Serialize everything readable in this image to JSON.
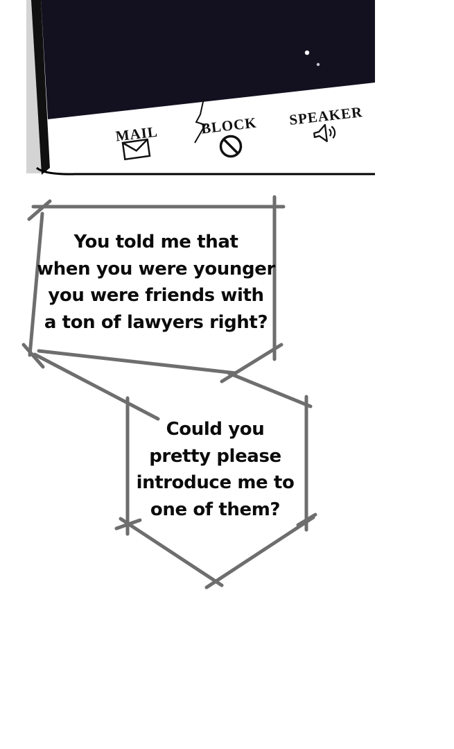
{
  "phone": {
    "options": [
      {
        "label": "MAIL",
        "icon": "mail-icon"
      },
      {
        "label": "BLOCK",
        "icon": "block-icon"
      },
      {
        "label": "SPEAKER",
        "icon": "speaker-icon"
      }
    ]
  },
  "bubbles": [
    {
      "text": "You told me that\nwhen you were younger\nyou were friends with\na ton of lawyers right?"
    },
    {
      "text": "Could you\npretty please\nintroduce me to\none of them?"
    }
  ],
  "colors": {
    "screen_dark": "#131120",
    "frame_black": "#101010",
    "frame_gray": "#d4d4d4",
    "bubble_outline": "#6e6e6e",
    "ink": "#0b0b0b"
  }
}
